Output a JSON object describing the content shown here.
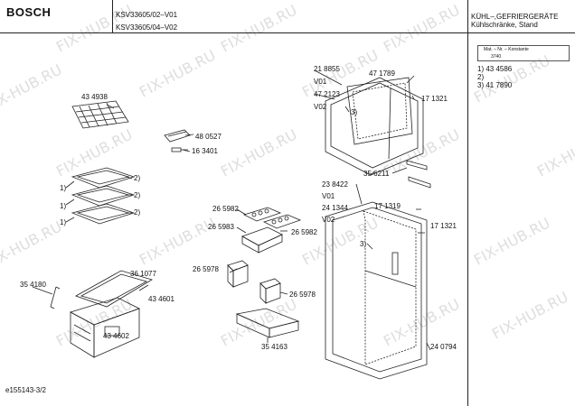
{
  "header": {
    "brand": "BOSCH",
    "model_lines": [
      "KSV33605/02–V01",
      "KSV33605/04–V02"
    ],
    "category_lines": [
      "KÜHL–,GEFRIERGERÄTE",
      "Kühlschränke, Stand"
    ]
  },
  "konstante": {
    "label": "Mat. – Nr. – Konstante",
    "value": "3740"
  },
  "footnotes": [
    "1) 43 4586",
    "2)",
    "3) 41 7890"
  ],
  "footer_code": "e155143-3/2",
  "watermark": "FIX-HUB.RU",
  "part_labels": {
    "p434938": "43 4938",
    "p480527": "48 0527",
    "p163401": "16 3401",
    "n1a": "1)",
    "n1b": "1)",
    "n1c": "1)",
    "n2a": "2)",
    "n2b": "2)",
    "n2c": "2)",
    "p265982a": "26 5982",
    "p265983": "26 5983",
    "p265982b": "26 5982",
    "p265978a": "26 5978",
    "p265978b": "26 5978",
    "p354163": "35 4163",
    "p354180": "35 4180",
    "p361077": "36 1077",
    "p434601": "43 4601",
    "p434602": "43 4602",
    "p218855": "21 8855",
    "v01a": "V01",
    "p472123": "47 2123",
    "v02a": "V02",
    "p471789": "47 1789",
    "p171321a": "17 1321",
    "n3a": "3)",
    "p356211": "35 6211",
    "p238422": "23 8422",
    "v01b": "V01",
    "p241344": "24 1344",
    "v02b": "V02",
    "p171319": "17 1319",
    "p171321b": "17 1321",
    "n3b": "3)",
    "p240794": "24 0794"
  }
}
